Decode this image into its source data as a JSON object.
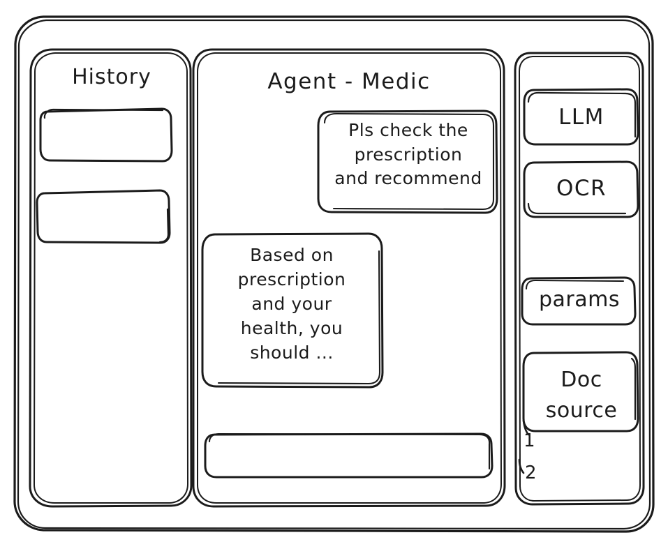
{
  "app": {
    "style": "hand-drawn-wireframe",
    "stroke_color": "#1b1b1b",
    "background_color": "#ffffff"
  },
  "sidebar_left": {
    "title": "History",
    "items": [
      {
        "label": "",
        "name": "history-item-1"
      },
      {
        "label": "",
        "name": "history-item-2"
      }
    ]
  },
  "main": {
    "title": "Agent - Medic",
    "messages": [
      {
        "role": "user",
        "text": "Pls check the\nprescription\nand recommend"
      },
      {
        "role": "assistant",
        "text": "Based on\nprescription\nand your\nhealth, you\nshould ..."
      }
    ],
    "composer": {
      "value": "",
      "placeholder": ""
    }
  },
  "sidebar_right": {
    "tools": [
      {
        "label": "LLM",
        "name": "llm"
      },
      {
        "label": "OCR",
        "name": "ocr"
      }
    ],
    "params": {
      "label": "params"
    },
    "doc_source": {
      "label": "Doc\nsource",
      "items": [
        "1",
        "2"
      ]
    }
  }
}
